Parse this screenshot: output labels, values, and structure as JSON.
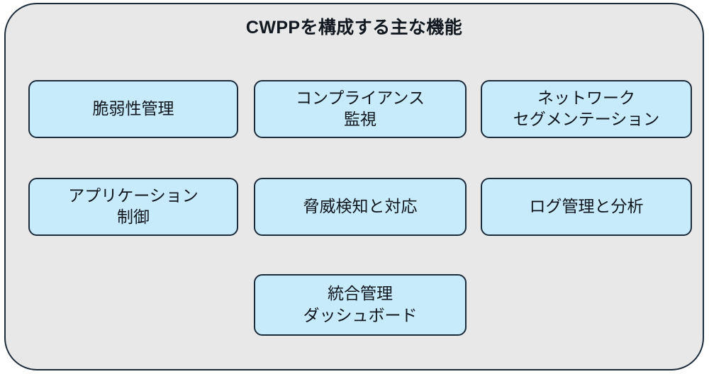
{
  "diagram": {
    "title": "CWPPを構成する主な機能",
    "background_color": "#ffffff",
    "panel_fill": "#e8e8e8",
    "panel_border": "#1b2b3a",
    "box_fill": "#c8ebfb",
    "box_border": "#1b2b3a",
    "text_color": "#10161e",
    "boxes": [
      {
        "id": "vulnerability-management",
        "label": "脆弱性管理",
        "row": 1,
        "column": 1
      },
      {
        "id": "compliance-monitoring",
        "label": "コンプライアンス\n監視",
        "row": 1,
        "column": 2
      },
      {
        "id": "network-segmentation",
        "label": "ネットワーク\nセグメンテーション",
        "row": 1,
        "column": 3
      },
      {
        "id": "application-control",
        "label": "アプリケーション\n制御",
        "row": 2,
        "column": 1
      },
      {
        "id": "threat-detection-response",
        "label": "脅威検知と対応",
        "row": 2,
        "column": 2
      },
      {
        "id": "log-management-analysis",
        "label": "ログ管理と分析",
        "row": 2,
        "column": 3
      },
      {
        "id": "unified-dashboard",
        "label": "統合管理\nダッシュボード",
        "row": 3,
        "column": 2
      }
    ]
  }
}
